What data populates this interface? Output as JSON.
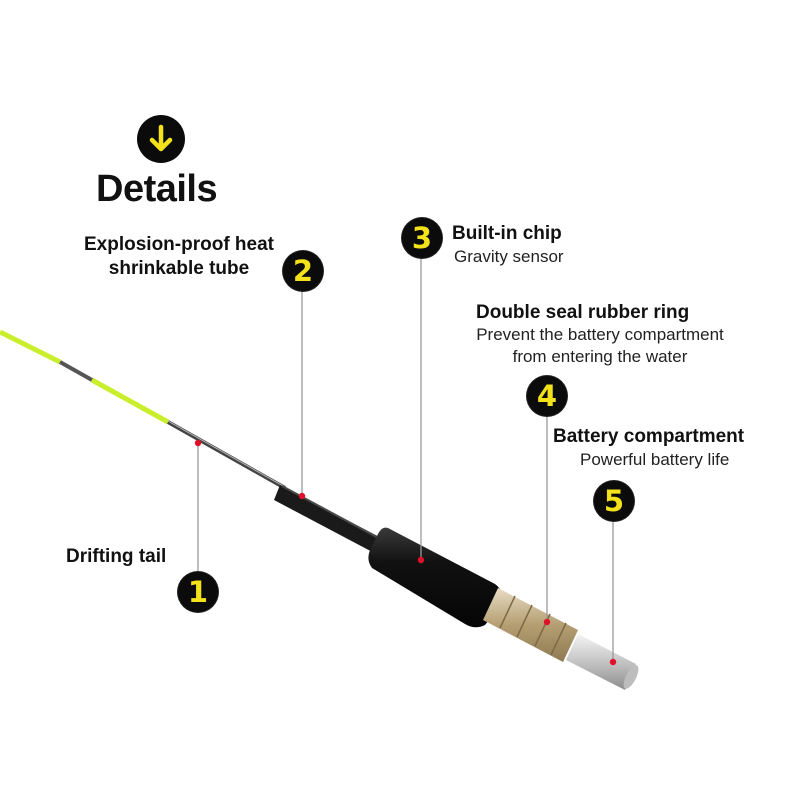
{
  "header": {
    "title": "Details"
  },
  "callouts": [
    {
      "number": "1",
      "title": "Drifting tail",
      "subtitle": ""
    },
    {
      "number": "2",
      "title_lines": [
        "Explosion-proof heat",
        "shrinkable tube"
      ],
      "subtitle": ""
    },
    {
      "number": "3",
      "title": "Built-in chip",
      "subtitle": "Gravity sensor"
    },
    {
      "number": "4",
      "title": "Double seal rubber ring",
      "subtitle_lines": [
        "Prevent the battery compartment",
        "from entering the water"
      ]
    },
    {
      "number": "5",
      "title": "Battery compartment",
      "subtitle": "Powerful battery life"
    }
  ],
  "colors": {
    "badge_bg": "#0b0b0b",
    "badge_text": "#f3e21a",
    "rod_tip": "#c8ee2c",
    "marker_dot": "#e0102a",
    "leader_line": "#9a9a9a"
  },
  "icons": {
    "header_badge": "arrow-down-icon"
  }
}
